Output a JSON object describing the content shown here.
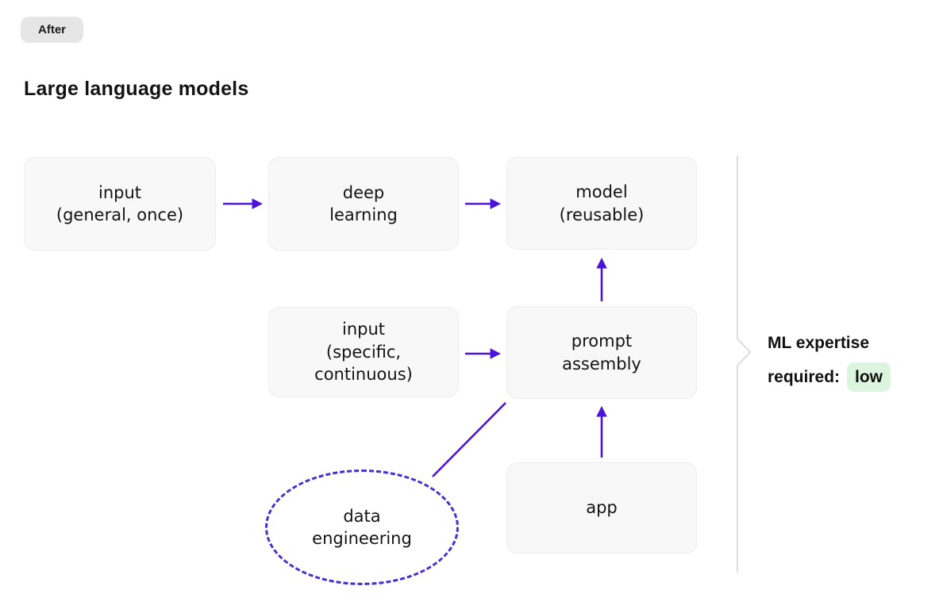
{
  "page": {
    "badge": "After",
    "title": "Large language models"
  },
  "nodes": {
    "input_general": "input\n(general, once)",
    "deep_learning": "deep\nlearning",
    "model": "model\n(reusable)",
    "input_specific": "input\n(specific,\ncontinuous)",
    "prompt_assembly": "prompt\nassembly",
    "app": "app",
    "data_engineering": "data\nengineering"
  },
  "edges": [
    {
      "from": "input_general",
      "to": "deep_learning",
      "style": "arrow"
    },
    {
      "from": "deep_learning",
      "to": "model",
      "style": "arrow"
    },
    {
      "from": "input_specific",
      "to": "prompt_assembly",
      "style": "arrow"
    },
    {
      "from": "prompt_assembly",
      "to": "model",
      "style": "arrow"
    },
    {
      "from": "app",
      "to": "prompt_assembly",
      "style": "arrow"
    },
    {
      "from": "data_engineering",
      "to": "prompt_assembly",
      "style": "plain-line"
    }
  ],
  "annotation": {
    "line1": "ML expertise",
    "line2_label": "required:",
    "line2_value": "low"
  },
  "colors": {
    "arrow": "#4c13d8",
    "ellipse_border": "#4430cf",
    "node_bg": "#f8f8f8",
    "node_border": "#ececec",
    "badge_bg": "#e6e6e6",
    "highlight_bg": "#dcf5df",
    "bracket_line": "#d5d5d5"
  }
}
